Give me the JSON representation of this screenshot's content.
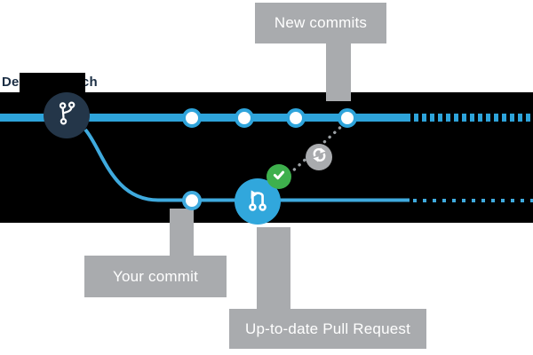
{
  "diagram": {
    "branch_label": "Default branch",
    "callouts": {
      "new_commits": "New commits",
      "your_commit": "Your commit",
      "pull_request": "Up-to-date Pull Request"
    },
    "main_branch": {
      "commits_visible": 4,
      "line_style_right": "dashed (continues)",
      "start_node_icon": "git-branch-icon"
    },
    "feature_branch": {
      "commits_visible": 1,
      "pull_request_node_icon": "pull-request-icon",
      "status_badge_icon": "check-icon",
      "sync_badge_icon": "sync-icon",
      "line_style_right": "dotted (continues)"
    },
    "colors": {
      "branch_blue": "#2ea4db",
      "feature_blue": "#3faade",
      "navy_node": "#243649",
      "label_gray": "#a9abae",
      "success_green": "#3eb04d",
      "band_black": "#000000",
      "text_white": "#ffffff",
      "branch_label_navy": "#1b2e44",
      "dotted_link_gray": "#9ba0a4"
    }
  }
}
